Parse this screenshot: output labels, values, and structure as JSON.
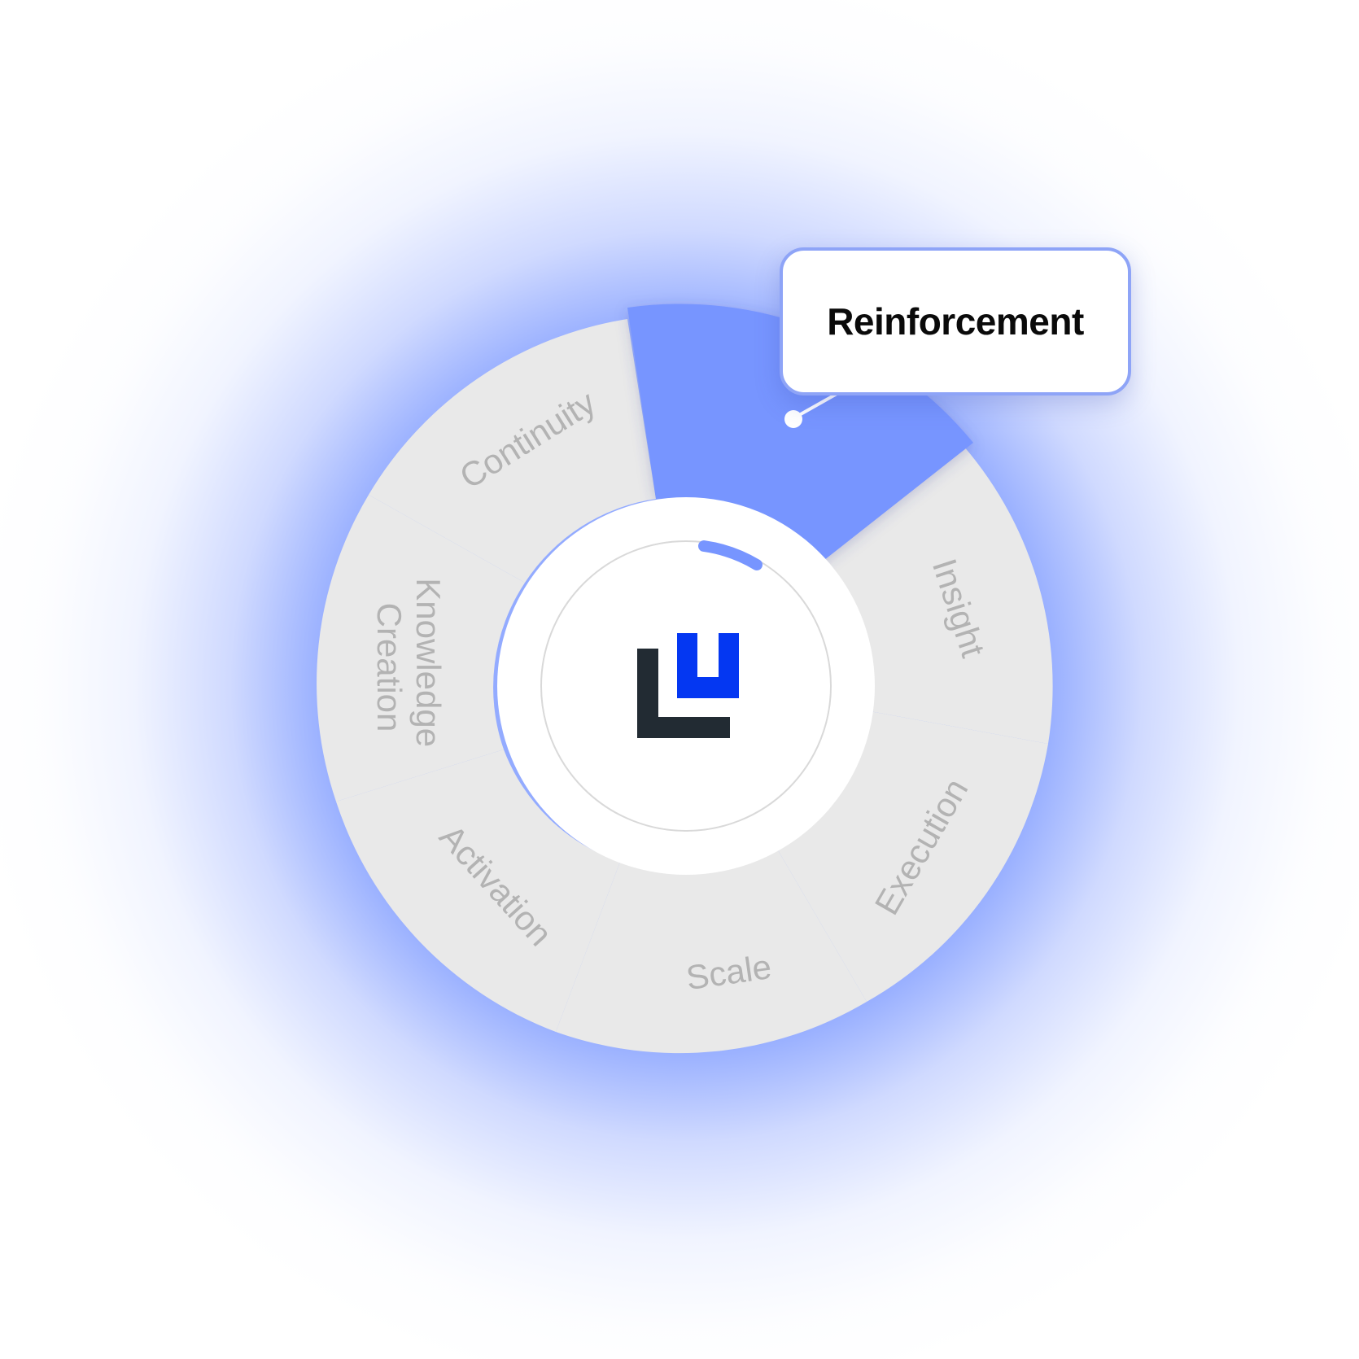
{
  "diagram": {
    "segments": [
      {
        "label": "Reinforcement",
        "active": true
      },
      {
        "label": "Insight",
        "active": false
      },
      {
        "label": "Execution",
        "active": false
      },
      {
        "label": "Scale",
        "active": false
      },
      {
        "label": "Activation",
        "active": false
      },
      {
        "label_lines": [
          "Knowledge",
          "Creation"
        ],
        "active": false
      },
      {
        "label": "Continuity",
        "active": false
      }
    ],
    "callout": {
      "text": "Reinforcement"
    }
  },
  "colors": {
    "active": "#7795ff",
    "inactive": "#e9e9e9",
    "inactive_label": "#b3b3b3",
    "logo_dark": "#222b33",
    "logo_blue": "#0437f2",
    "glow": "#7896ff"
  },
  "icons": {
    "center": "brand-logo-icon"
  }
}
